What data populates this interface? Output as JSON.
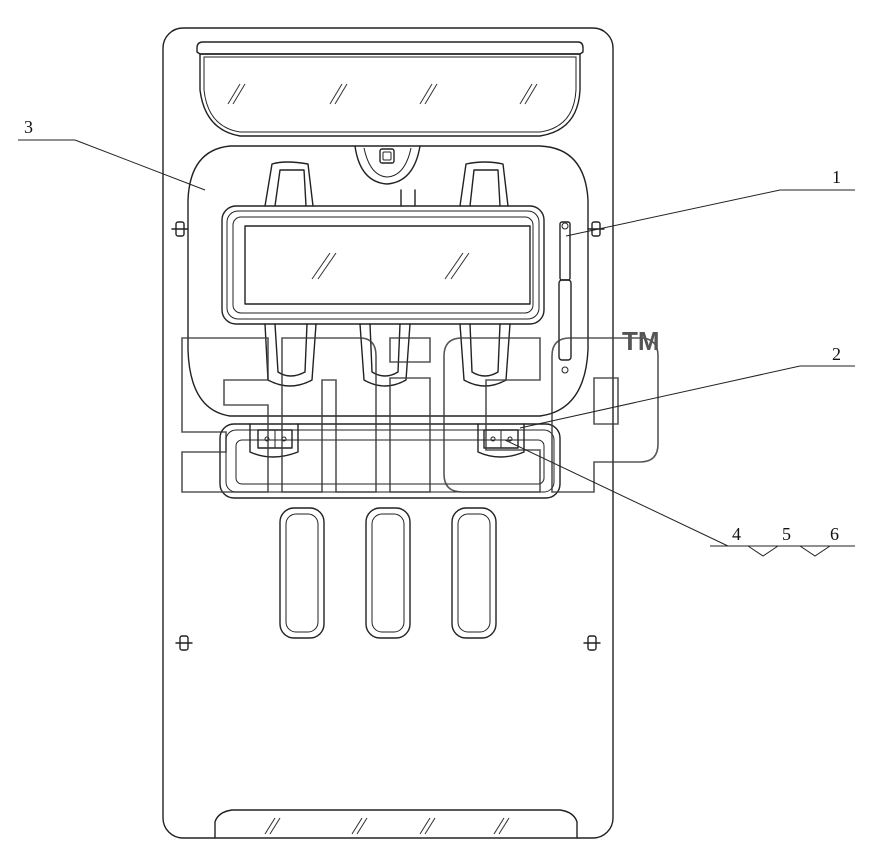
{
  "callouts": {
    "c1": "1",
    "c2": "2",
    "c3": "3",
    "c4": "4",
    "c5": "5",
    "c6": "6"
  },
  "watermark": {
    "trademark": "TM"
  },
  "colors": {
    "line": "#222222",
    "background": "#ffffff",
    "watermark_stroke": "#3a3a3a"
  }
}
